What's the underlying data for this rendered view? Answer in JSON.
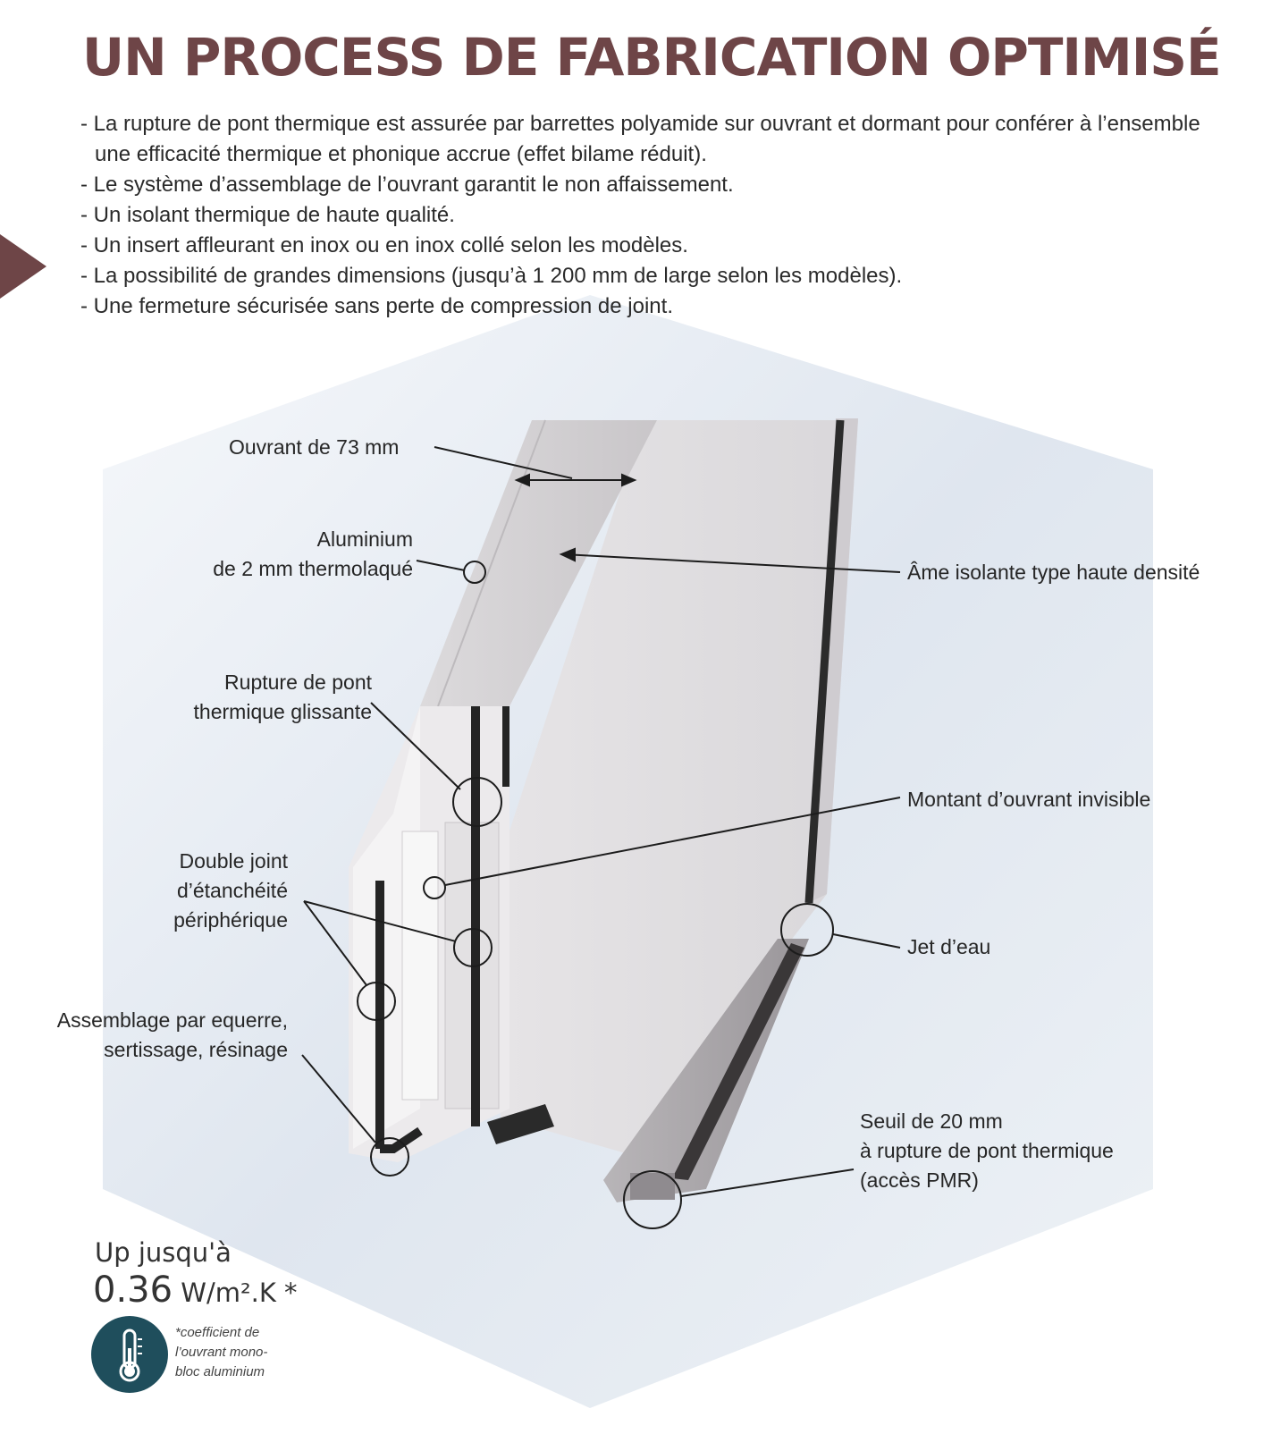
{
  "title": "UN PROCESS DE FABRICATION OPTIMISÉ",
  "bullets": [
    "- La rupture de pont thermique est assurée par barrettes polyamide sur ouvrant et dormant pour conférer à l’ensemble une efficacité thermique et phonique accrue (effet bilame réduit).",
    "- Le système d’assemblage de l’ouvrant garantit le non affaissement.",
    "- Un isolant thermique de haute qualité.",
    "- Un insert affleurant en inox ou en inox collé selon les modèles.",
    "- La possibilité de grandes dimensions (jusqu’à 1 200 mm de large selon les modèles).",
    "- Une fermeture sécurisée sans perte de compression de joint."
  ],
  "labels": {
    "ouvrant": "Ouvrant de 73 mm",
    "aluminium": "Aluminium\nde 2 mm thermolaqué",
    "ame": "Âme isolante type haute densité",
    "rupture": "Rupture de pont\nthermique glissante",
    "montant": "Montant d’ouvrant invisible",
    "double_joint": "Double joint\nd’étanchéité\npériphérique",
    "jet": "Jet d’eau",
    "assemblage": "Assemblage par equerre,\nsertissage, résinage",
    "seuil": "Seuil de 20 mm\nà rupture de pont thermique\n(accès PMR)"
  },
  "performance": {
    "prefix": "Up jusqu'à",
    "value": "0.36",
    "unit": " W/m².K *",
    "footnote": "*coefficient de\nl’ouvrant mono-\nbloc aluminium"
  },
  "icons": {
    "thermometer": "thermometer-icon",
    "arrow": "triangle-arrow-icon"
  },
  "colors": {
    "accent": "#6e4547",
    "badge": "#1f4e5c"
  }
}
